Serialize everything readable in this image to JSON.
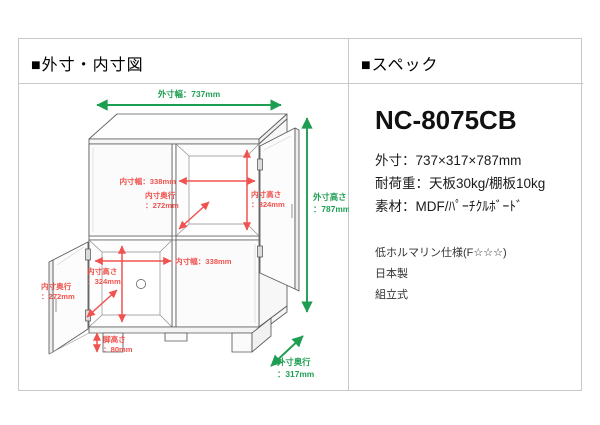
{
  "left_panel": {
    "header": "■外寸・内寸図",
    "diagram": {
      "exterior_dims": [
        {
          "key": "width",
          "label": "外寸幅：737mm",
          "value": 737,
          "unit": "mm",
          "color": "#1e9e52"
        },
        {
          "key": "height",
          "label": "外寸高さ\n：787mm",
          "line1": "外寸高さ",
          "line2": "：787mm",
          "value": 787,
          "unit": "mm",
          "color": "#1e9e52"
        },
        {
          "key": "depth",
          "label": "外寸奥行\n：317mm",
          "line1": "外寸奥行",
          "line2": "：317mm",
          "value": 317,
          "unit": "mm",
          "color": "#1e9e52"
        }
      ],
      "interior_dims": [
        {
          "key": "upper_width",
          "label": "内寸幅：338mm",
          "value": 338,
          "unit": "mm",
          "color": "#f0534f"
        },
        {
          "key": "upper_depth",
          "line1": "内寸奥行",
          "line2": "：272mm",
          "value": 272,
          "unit": "mm",
          "color": "#f0534f"
        },
        {
          "key": "upper_height",
          "line1": "内寸高さ",
          "line2": "：324mm",
          "value": 324,
          "unit": "mm",
          "color": "#f0534f"
        },
        {
          "key": "lower_width",
          "label": "内寸幅：338mm",
          "value": 338,
          "unit": "mm",
          "color": "#f0534f"
        },
        {
          "key": "lower_depth",
          "line1": "内寸奥行",
          "line2": "：272mm",
          "value": 272,
          "unit": "mm",
          "color": "#f0534f"
        },
        {
          "key": "lower_height",
          "line1": "内寸高さ",
          "line2": "：324mm",
          "value": 324,
          "unit": "mm",
          "color": "#f0534f"
        },
        {
          "key": "leg_height",
          "line1": "脚高さ",
          "line2": "：80mm",
          "value": 80,
          "unit": "mm",
          "color": "#f0534f"
        }
      ]
    }
  },
  "right_panel": {
    "header": "■スペック",
    "model": "NC-8075CB",
    "specs": [
      "外寸：737×317×787mm",
      "耐荷重：天板30kg/棚板10kg",
      "素材：MDF/ﾊﾟｰﾁｸﾙﾎﾞｰﾄﾞ"
    ],
    "notes": [
      "低ホルマリン仕様(F☆☆☆)",
      "日本製",
      "組立式"
    ]
  }
}
